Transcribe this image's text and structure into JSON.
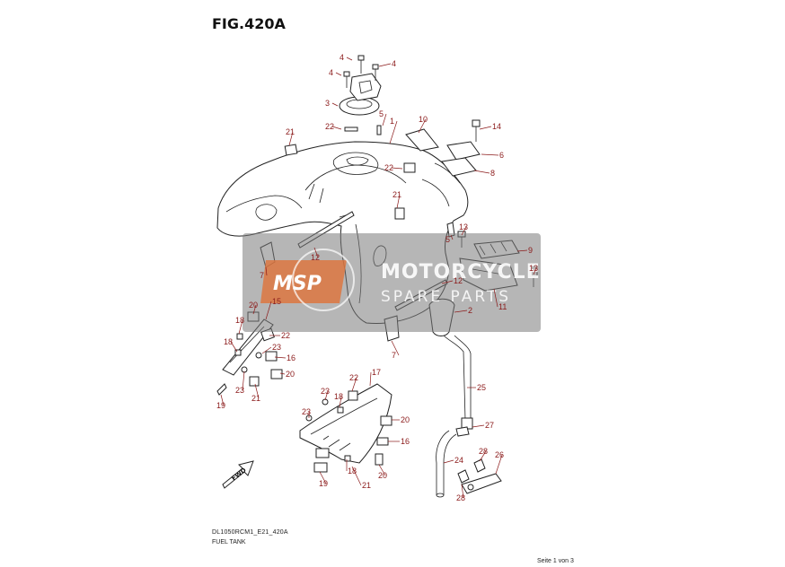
{
  "figure": {
    "title": "FIG.420A",
    "code": "DL1050RCM1_E21_420A",
    "subtitle": "FUEL TANK",
    "page_label": "Seite 1 von 3"
  },
  "watermark": {
    "logo": "MSP",
    "line1": "MOTORCYCLE",
    "line2": "SPARE PARTS"
  },
  "fwd_label": "FWD",
  "callouts": [
    {
      "n": "4"
    },
    {
      "n": "4"
    },
    {
      "n": "4"
    },
    {
      "n": "3"
    },
    {
      "n": "22"
    },
    {
      "n": "5"
    },
    {
      "n": "1"
    },
    {
      "n": "10"
    },
    {
      "n": "14"
    },
    {
      "n": "21"
    },
    {
      "n": "6"
    },
    {
      "n": "22"
    },
    {
      "n": "8"
    },
    {
      "n": "21"
    },
    {
      "n": "13"
    },
    {
      "n": "5"
    },
    {
      "n": "9"
    },
    {
      "n": "12"
    },
    {
      "n": "7"
    },
    {
      "n": "13"
    },
    {
      "n": "12"
    },
    {
      "n": "11"
    },
    {
      "n": "15"
    },
    {
      "n": "20"
    },
    {
      "n": "2"
    },
    {
      "n": "18"
    },
    {
      "n": "22"
    },
    {
      "n": "18"
    },
    {
      "n": "23"
    },
    {
      "n": "16"
    },
    {
      "n": "7"
    },
    {
      "n": "20"
    },
    {
      "n": "23"
    },
    {
      "n": "21"
    },
    {
      "n": "25"
    },
    {
      "n": "17"
    },
    {
      "n": "22"
    },
    {
      "n": "19"
    },
    {
      "n": "23"
    },
    {
      "n": "18"
    },
    {
      "n": "23"
    },
    {
      "n": "20"
    },
    {
      "n": "27"
    },
    {
      "n": "16"
    },
    {
      "n": "28"
    },
    {
      "n": "26"
    },
    {
      "n": "24"
    },
    {
      "n": "18"
    },
    {
      "n": "20"
    },
    {
      "n": "19"
    },
    {
      "n": "21"
    },
    {
      "n": "28"
    }
  ]
}
